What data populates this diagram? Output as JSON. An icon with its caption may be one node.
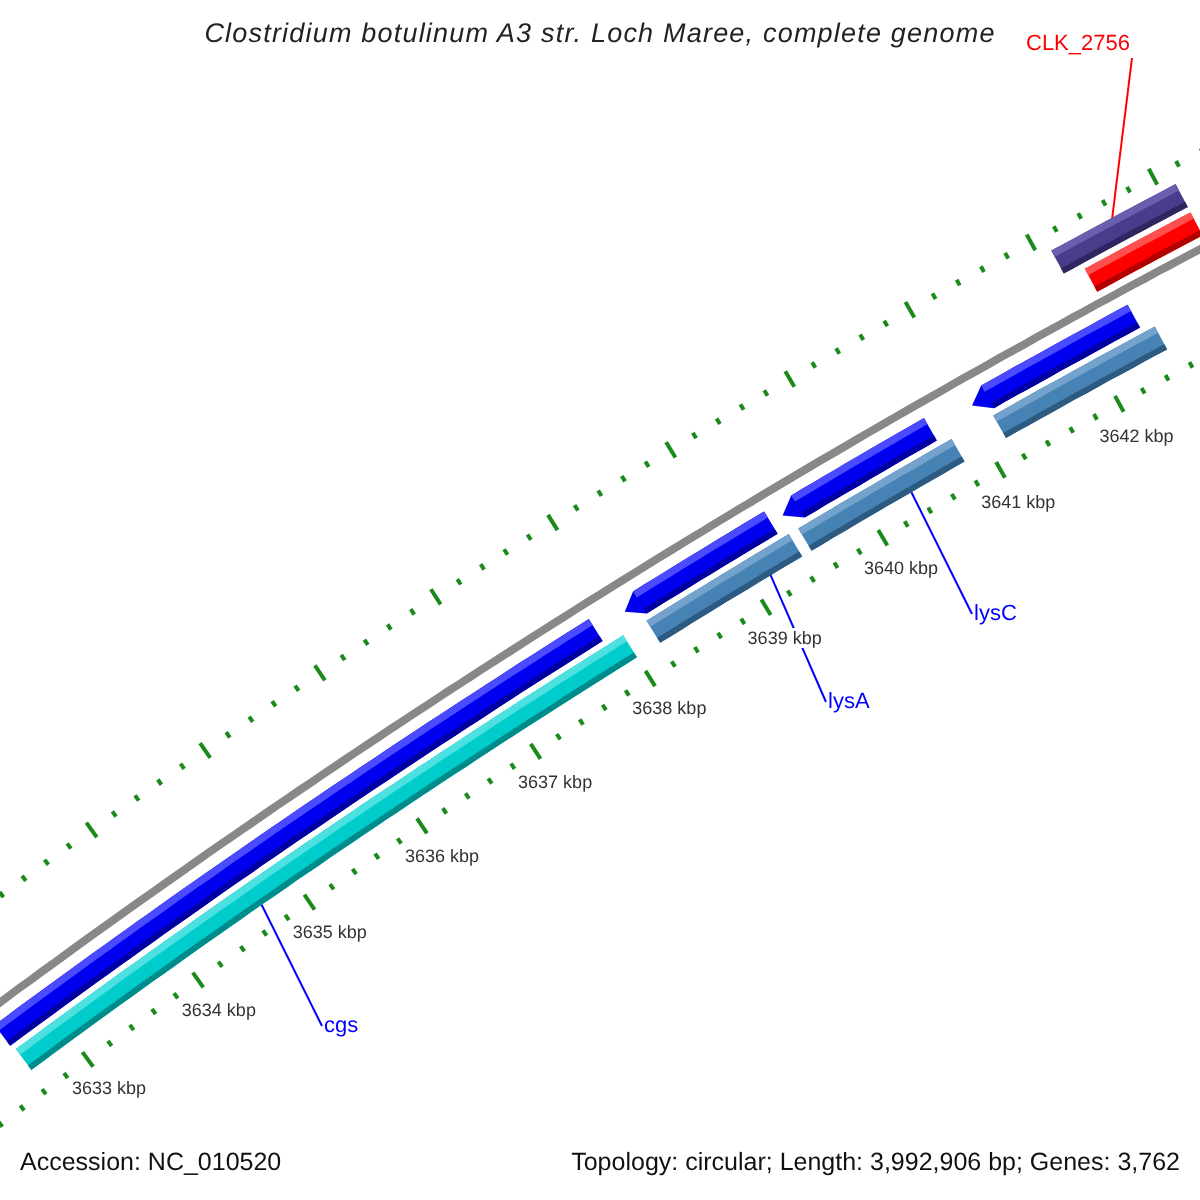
{
  "diagram": {
    "title": "Clostridium botulinum A3 str. Loch Maree, complete genome",
    "nodes": [
      {
        "text": [
          "CLK_2756"
        ]
      },
      {
        "text": [],
        "shape": "bar"
      },
      {
        "text": [
          "lysC"
        ]
      },
      {
        "text": [],
        "shape": "bar"
      },
      {
        "text": [
          "lysA"
        ]
      },
      {
        "text": [],
        "shape": "bar"
      },
      {
        "text": [
          "cgs"
        ]
      },
      {
        "text": [],
        "shape": "bar"
      },
      {
        "text": [],
        "shape": "bar"
      },
      {
        "text": [],
        "shape": "bar"
      },
      {
        "text": [],
        "shape": "arrow"
      },
      {
        "text": [],
        "shape": "arrow"
      },
      {
        "text": [],
        "shape": "arrow"
      },
      {
        "text": [],
        "shape": "bar"
      }
    ],
    "edges": [
      {
        "from": 0,
        "to": 1,
        "arrow": "none",
        "color": "#ff0000"
      },
      {
        "from": 2,
        "to": 3,
        "arrow": "none"
      },
      {
        "from": 4,
        "to": 5,
        "arrow": "none"
      },
      {
        "from": 6,
        "to": 7,
        "arrow": "none"
      }
    ],
    "labels": [
      "3633 kbp",
      "3634 kbp",
      "3635 kbp",
      "3636 kbp",
      "3637 kbp",
      "3638 kbp",
      "3639 kbp",
      "3640 kbp",
      "3641 kbp",
      "3642 kbp",
      "Accession: NC_010520",
      "Topology: circular; Length: 3,992,906 bp; Genes: 3,762"
    ]
  }
}
